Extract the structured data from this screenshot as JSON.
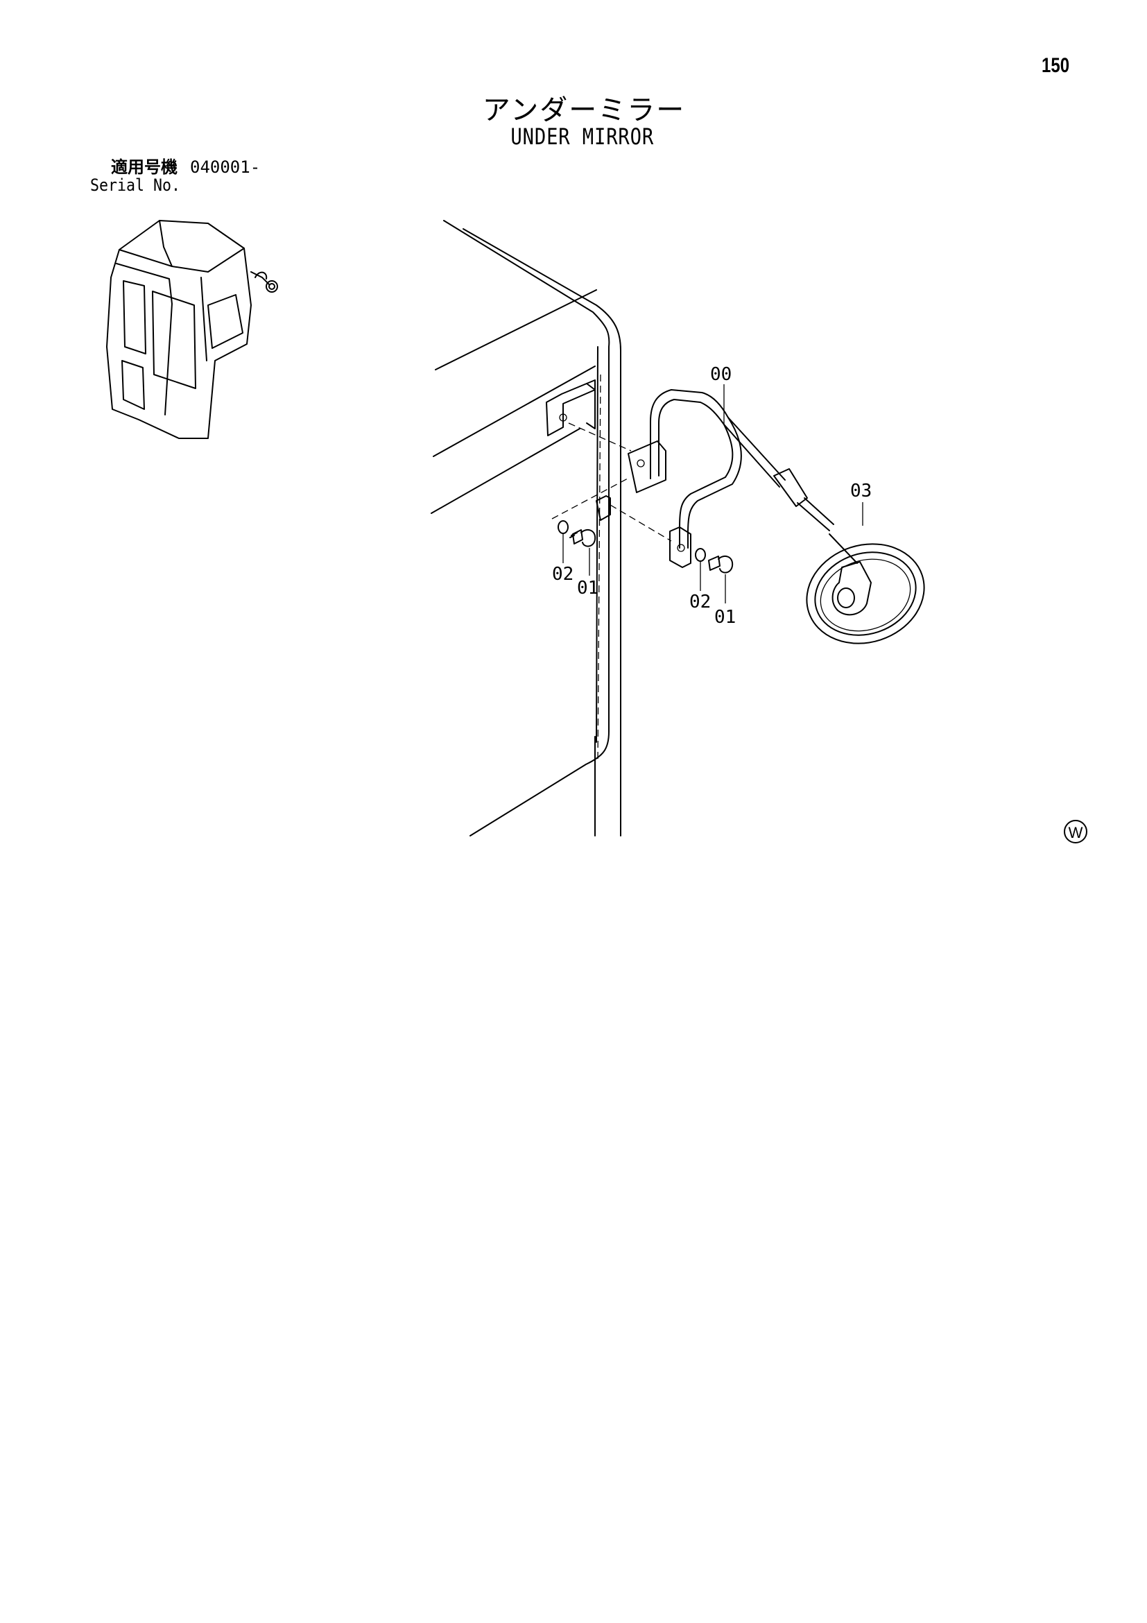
{
  "page_number": "150",
  "title_jp": "アンダーミラー",
  "title_en": "UNDER MIRROR",
  "serial": {
    "label_jp": "適用号機",
    "label_en": "Serial No.",
    "value": "040001-"
  },
  "callouts": {
    "stay": "00",
    "bolt_a": "01",
    "washer_a": "02",
    "bolt_b": "01",
    "washer_b": "02",
    "mirror": "03"
  },
  "corner_mark": "W"
}
